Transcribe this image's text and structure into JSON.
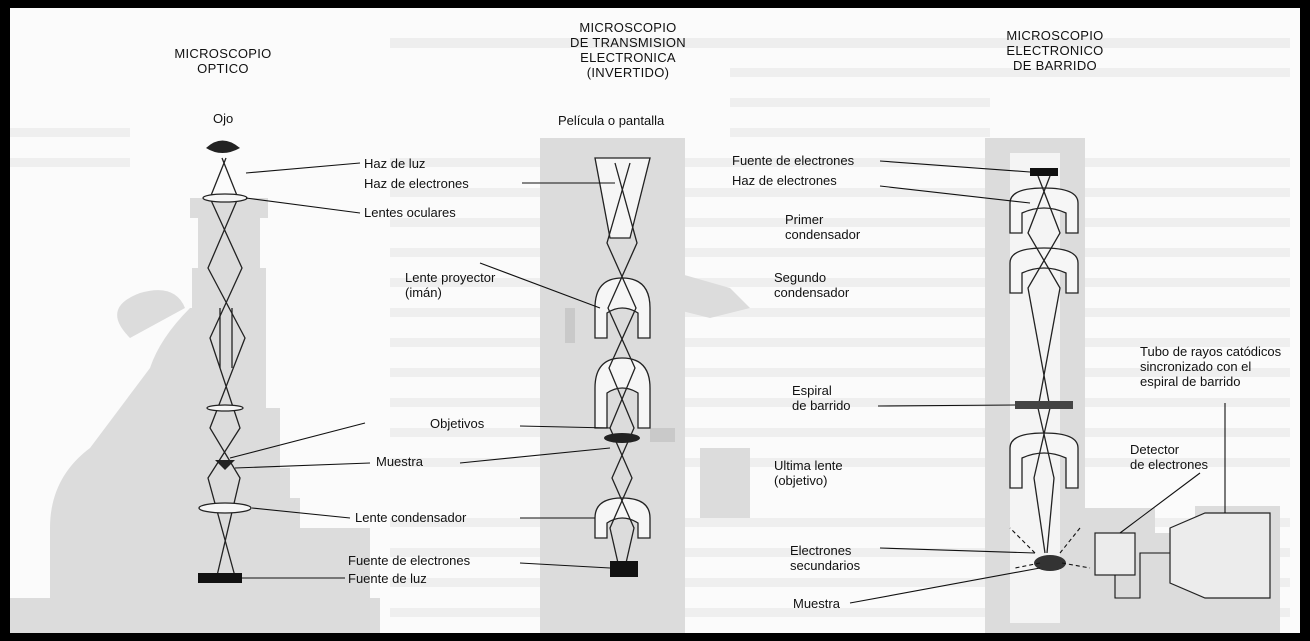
{
  "titles": {
    "optical": "MICROSCOPIO\nOPTICO",
    "tem": "MICROSCOPIO\nDE TRANSMISION\nELECTRONICA\n(INVERTIDO)",
    "sem": "MICROSCOPIO\nELECTRONICO\nDE BARRIDO"
  },
  "labels": {
    "ojo": "Ojo",
    "pelicula": "Película o pantalla",
    "haz_luz": "Haz de luz",
    "haz_electrones": "Haz de electrones",
    "lentes_oculares": "Lentes oculares",
    "lente_proyector": "Lente proyector\n(imán)",
    "objetivos": "Objetivos",
    "muestra": "Muestra",
    "lente_condensador": "Lente condensador",
    "fuente_electrones": "Fuente de electrones",
    "fuente_luz": "Fuente de luz",
    "sem_fuente": "Fuente de electrones",
    "sem_haz": "Haz de electrones",
    "primer_condensador": "Primer\ncondensador",
    "segundo_condensador": "Segundo\ncondensador",
    "espiral": "Espiral\nde barrido",
    "ultima_lente": "Ultima lente\n(objetivo)",
    "electrones_secundarios": "Electrones\nsecundarios",
    "sem_muestra": "Muestra",
    "detector": "Detector\nde electrones",
    "tubo": "Tubo de rayos catódicos\nsincronizado con el\nespiral de barrido"
  }
}
